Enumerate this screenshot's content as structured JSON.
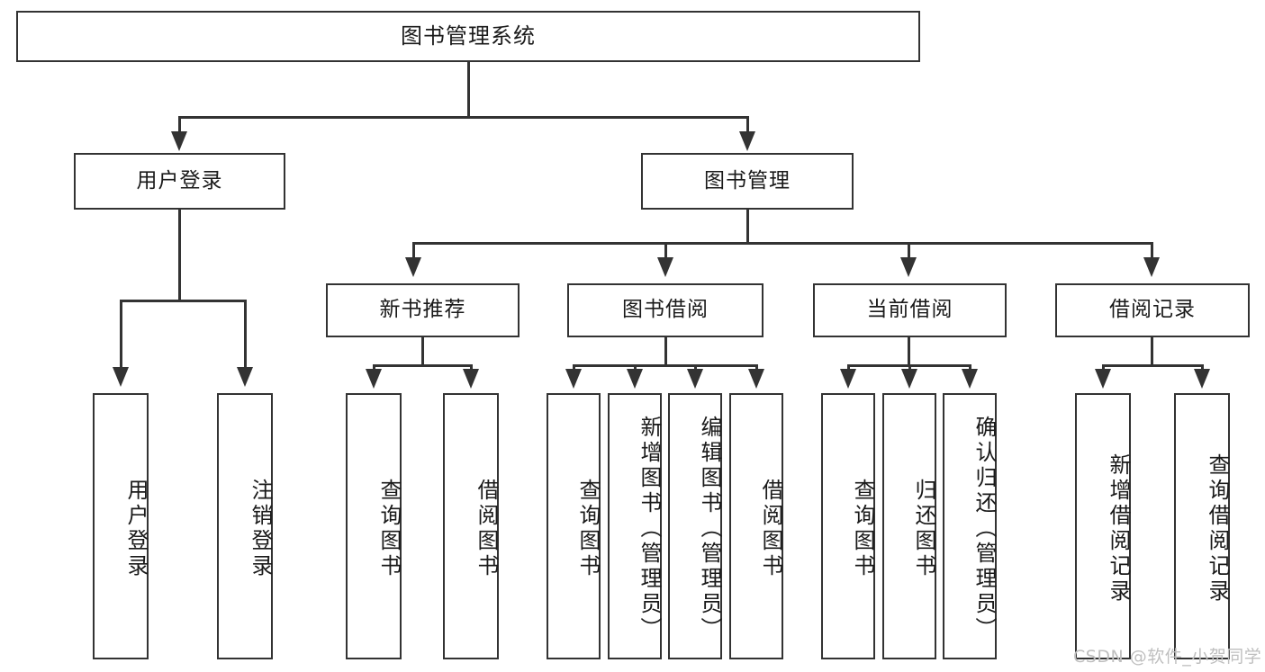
{
  "diagram": {
    "type": "tree-hierarchy-chart",
    "title_node": "图书管理系统",
    "colors": {
      "stroke": "#333333",
      "fill": "#ffffff",
      "text": "#1a1a1a",
      "watermark": "#bfbfbf"
    },
    "levels": {
      "level1": [
        {
          "id": "root",
          "label": "图书管理系统"
        }
      ],
      "level2": [
        {
          "id": "user-login",
          "label": "用户登录"
        },
        {
          "id": "book-management",
          "label": "图书管理"
        }
      ],
      "level3": [
        {
          "id": "new-book-recommend",
          "label": "新书推荐"
        },
        {
          "id": "book-borrow",
          "label": "图书借阅"
        },
        {
          "id": "current-borrow",
          "label": "当前借阅"
        },
        {
          "id": "borrow-record",
          "label": "借阅记录"
        }
      ],
      "level4": [
        {
          "id": "leaf-user-login",
          "label": "用户登录",
          "parent": "user-login"
        },
        {
          "id": "leaf-logout",
          "label": "注销登录",
          "parent": "user-login"
        },
        {
          "id": "leaf-query-book-1",
          "label": "查询图书",
          "parent": "new-book-recommend"
        },
        {
          "id": "leaf-borrow-book-1",
          "label": "借阅图书",
          "parent": "new-book-recommend"
        },
        {
          "id": "leaf-query-book-2",
          "label": "查询图书",
          "parent": "book-borrow"
        },
        {
          "id": "leaf-add-book",
          "label": "新增图书（管理员）",
          "parent": "book-borrow"
        },
        {
          "id": "leaf-edit-book",
          "label": "编辑图书（管理员）",
          "parent": "book-borrow"
        },
        {
          "id": "leaf-borrow-book-2",
          "label": "借阅图书",
          "parent": "book-borrow"
        },
        {
          "id": "leaf-query-book-3",
          "label": "查询图书",
          "parent": "current-borrow"
        },
        {
          "id": "leaf-return-book",
          "label": "归还图书",
          "parent": "current-borrow"
        },
        {
          "id": "leaf-confirm-return",
          "label": "确认归还（管理员）",
          "parent": "current-borrow"
        },
        {
          "id": "leaf-add-record",
          "label": "新增借阅记录",
          "parent": "borrow-record"
        },
        {
          "id": "leaf-query-record",
          "label": "查询借阅记录",
          "parent": "borrow-record"
        }
      ]
    }
  },
  "watermark": {
    "text": "CSDN @软件_小贺同学"
  }
}
